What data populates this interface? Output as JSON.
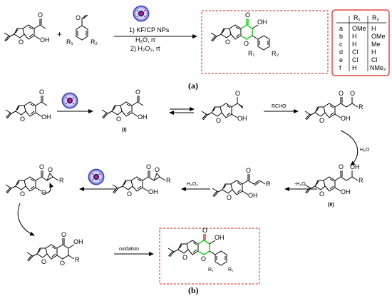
{
  "panel_a": "(a)",
  "panel_b": "(b)",
  "reagents_a": {
    "step1": "1) KF/CP NPs",
    "step1b": "H₂O, rt",
    "step2": "2) H₂O₂, rt"
  },
  "labels": {
    "OH": "OH",
    "O": "O",
    "R1": "R₁",
    "R2": "R₂",
    "R": "R",
    "I": "(I)",
    "II": "(II)",
    "RCHO": "RCHO",
    "H2O": "H₂O",
    "minus_H2O": "-H₂O",
    "H2O2": "H₂O₂",
    "oxidation": "oxidation",
    "plus": "+"
  },
  "substituent_table": {
    "headers": [
      "R₁",
      "R₂"
    ],
    "rows": [
      {
        "id": "a",
        "r1": "OMe",
        "r2": "H"
      },
      {
        "id": "b",
        "r1": "H",
        "r2": "OMe"
      },
      {
        "id": "c",
        "r1": "H",
        "r2": "Me"
      },
      {
        "id": "d",
        "r1": "Cl",
        "r2": "H"
      },
      {
        "id": "e",
        "r1": "Cl",
        "r2": "Cl"
      },
      {
        "id": "f",
        "r1": "H",
        "r2": "NMe₂"
      }
    ]
  },
  "colors": {
    "highlight_box": "#e0201d",
    "pyranone_ring": "#2fd12f",
    "catalyst_outer": "#3a3fc4",
    "catalyst_core": "#d4197a"
  },
  "icons": {
    "catalyst": "kf-cp-nanoparticle-icon"
  }
}
